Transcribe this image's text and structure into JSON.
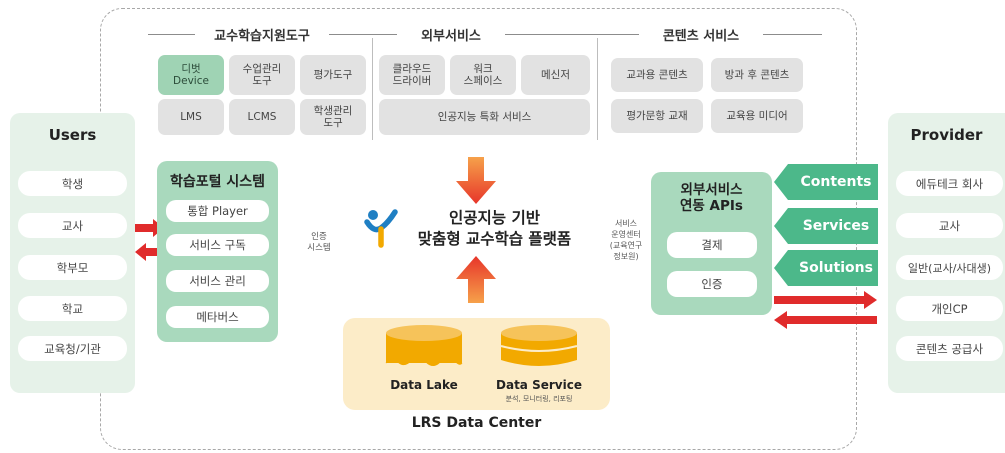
{
  "header": {
    "teaching_tools": "교수학습지원도구",
    "external_services": "외부서비스",
    "content_services": "콘텐츠 서비스"
  },
  "tools": {
    "digital_device": [
      "디벗",
      "Device"
    ],
    "class_mgmt": [
      "수업관리",
      "도구"
    ],
    "assessment": "평가도구",
    "lms": "LMS",
    "lcms": "LCMS",
    "student_mgmt": [
      "학생관리",
      "도구"
    ]
  },
  "external": {
    "cloud_drive": [
      "클라우드",
      "드라이버"
    ],
    "workspace": [
      "워크",
      "스페이스"
    ],
    "messenger": "메신저",
    "ai_services": "인공지능 특화 서비스"
  },
  "content": {
    "textbook": "교과용 콘텐츠",
    "after_school": "방과 후 콘텐츠",
    "assessment_items": "평가문항 교재",
    "edu_media": "교육용 미디어"
  },
  "users": {
    "title": "Users",
    "items": [
      "학생",
      "교사",
      "학부모",
      "학교",
      "교육청/기관"
    ]
  },
  "portal": {
    "title": "학습포털 시스템",
    "items": [
      "통합 Player",
      "서비스 구독",
      "서비스 관리",
      "메타버스"
    ]
  },
  "auth_system": [
    "인증",
    "시스템"
  ],
  "center": {
    "line1": "인공지능 기반",
    "line2": "맞춤형 교수학습 플랫폼"
  },
  "service_center": [
    "서비스",
    "운영센터",
    "(교육연구",
    "정보원)"
  ],
  "apis": {
    "title": [
      "외부서비스",
      "연동 APIs"
    ],
    "items": [
      "결제",
      "인증"
    ]
  },
  "provider_tags": [
    "Contents",
    "Services",
    "Solutions"
  ],
  "provider": {
    "title": "Provider",
    "items": [
      "에듀테크 회사",
      "교사",
      "일반(교사/사대생)",
      "개인CP",
      "콘텐츠 공급사"
    ]
  },
  "lrs": {
    "data_lake": "Data Lake",
    "data_service": "Data Service",
    "data_service_sub": "분석, 모니터링, 리포팅",
    "title": "LRS Data Center"
  },
  "colors": {
    "panel_green": "#e6f2e9",
    "card_green": "#a9d9bd",
    "tag_green": "#4cb88a",
    "arrow_red": "#e02b2b",
    "arrow_orange": "#ef5a23",
    "lrs_bg": "#fcecc8",
    "cylinder": "#f2a900"
  }
}
